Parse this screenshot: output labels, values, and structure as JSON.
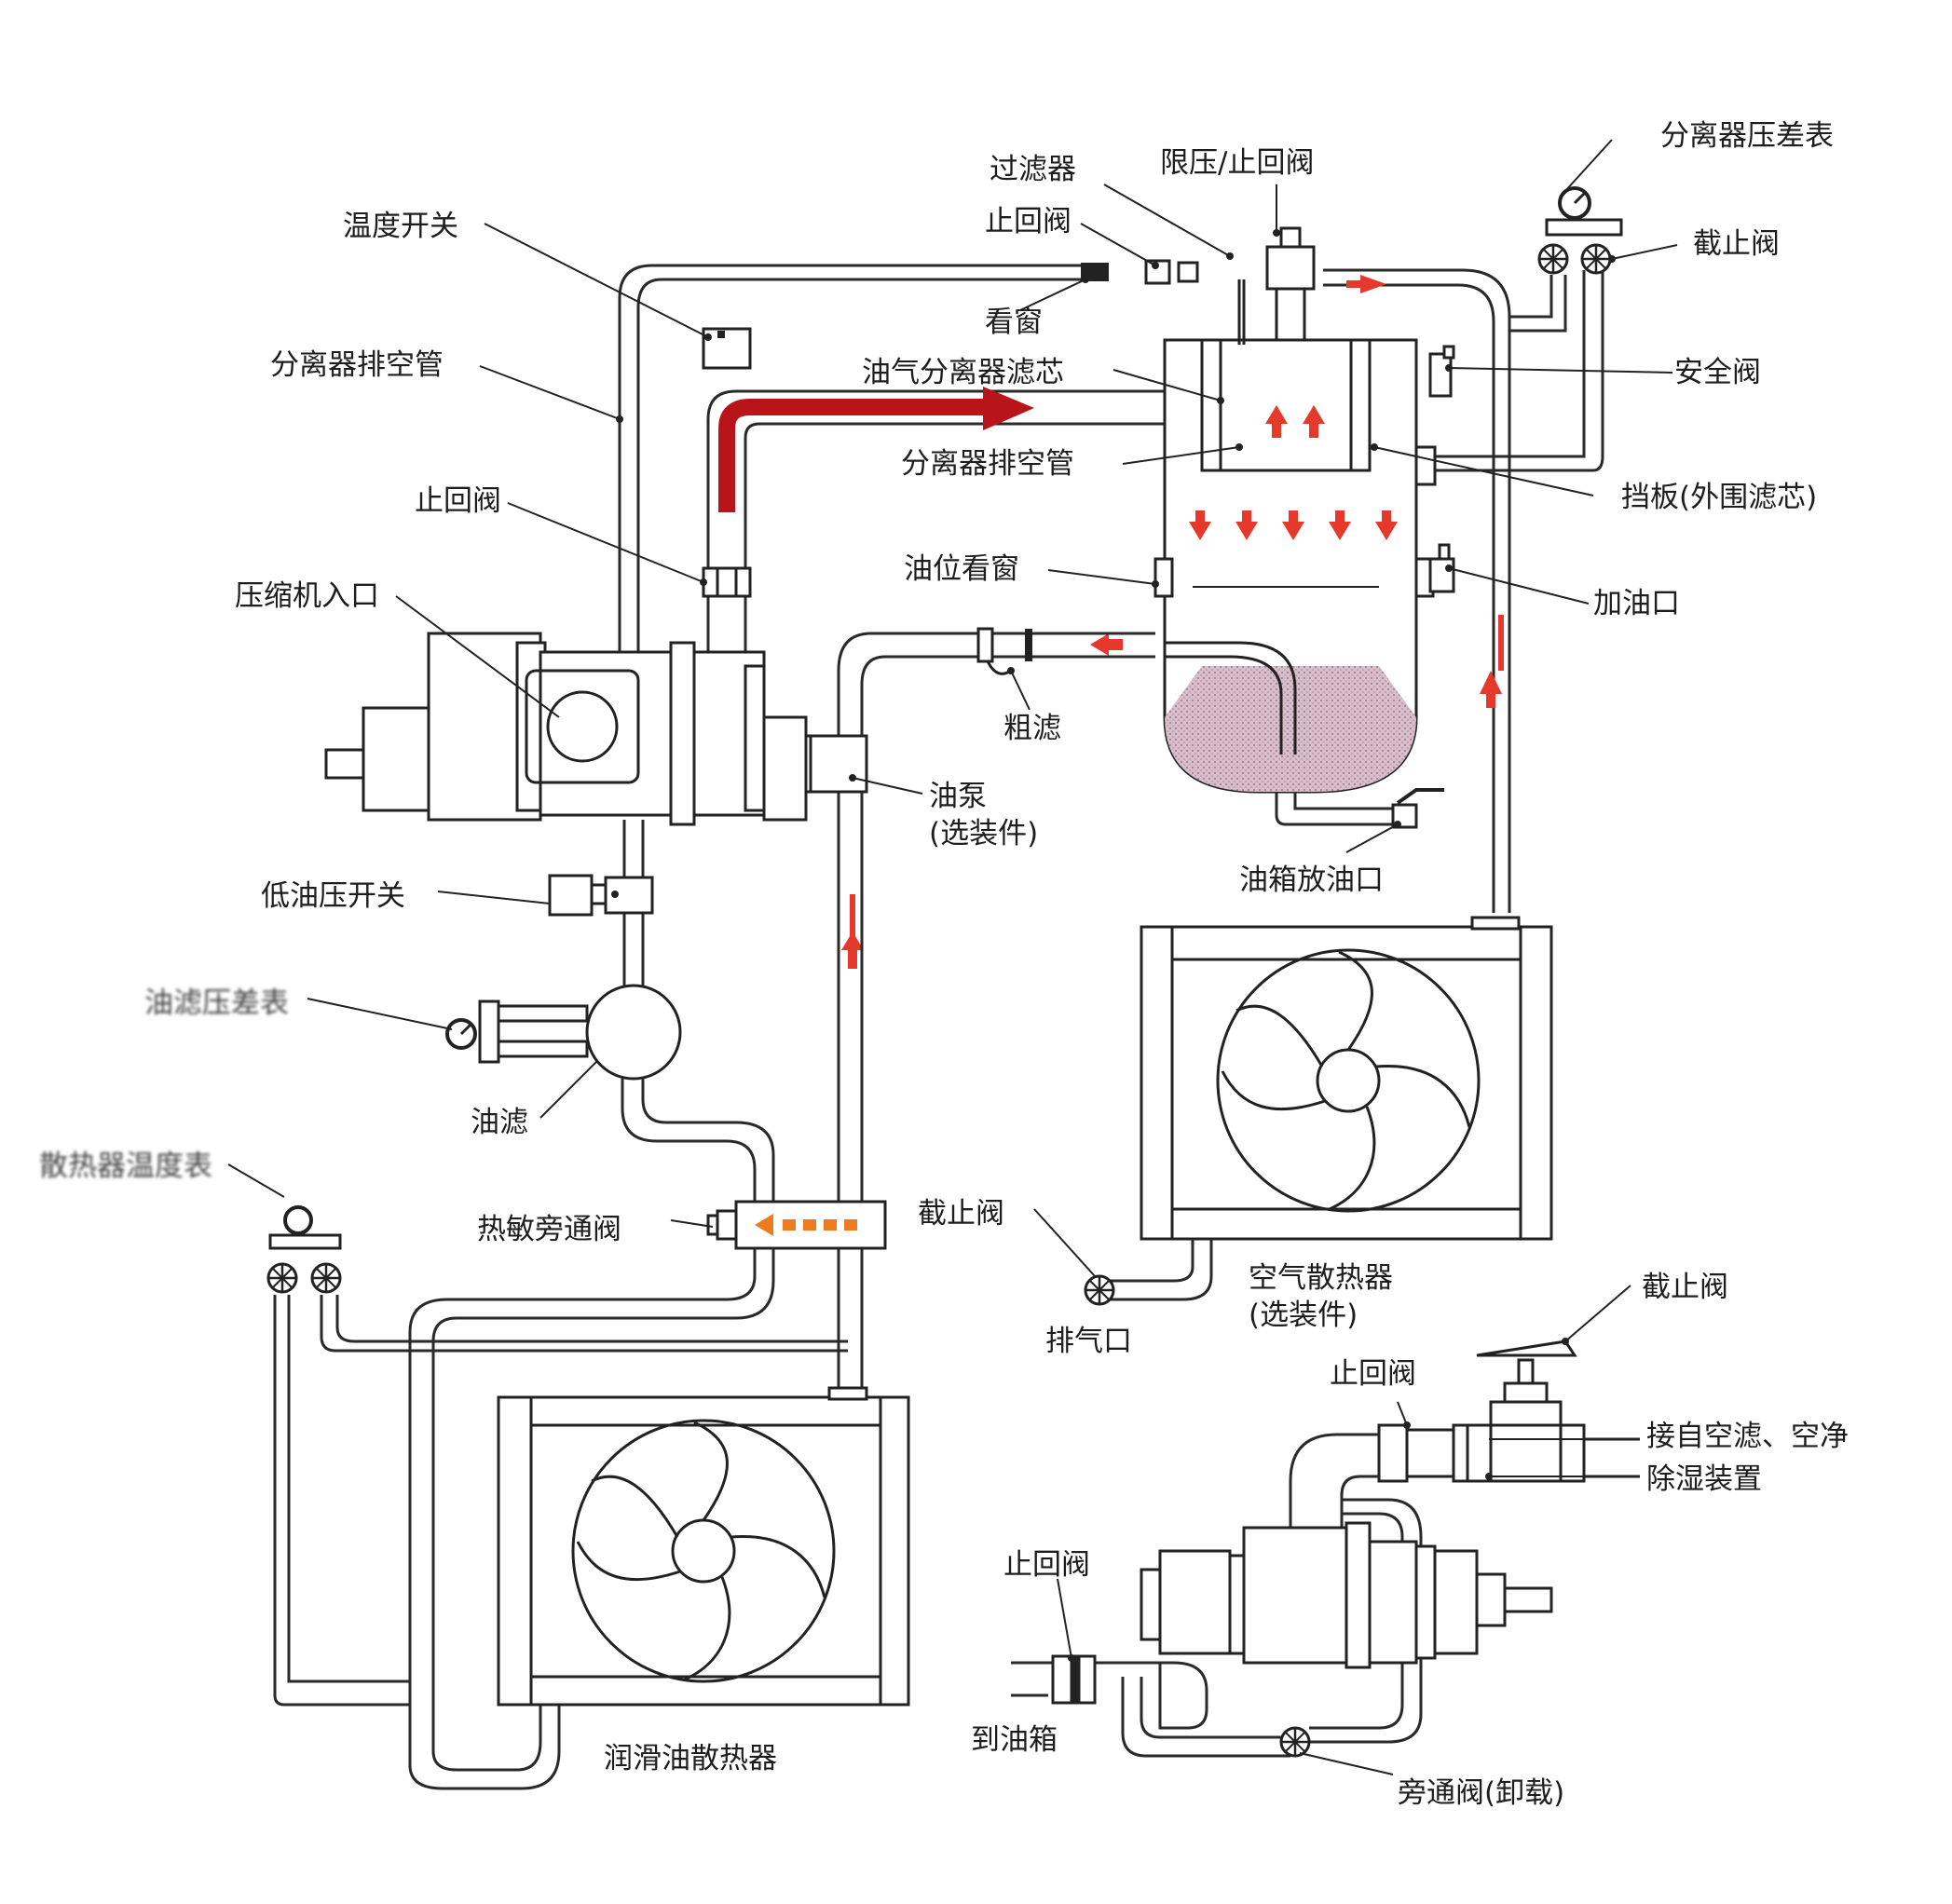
{
  "colors": {
    "flow_arrow": "#e53a2b",
    "main_arrow": "#b8141a",
    "line": "#2a2a2a",
    "oil_fill": "#c9a6b6"
  },
  "labels": {
    "filter": "过滤器",
    "pressure_limit_check_valve": "限压/止回阀",
    "separator_diff_gauge": "分离器压差表",
    "check_valve_top": "止回阀",
    "temp_switch": "温度开关",
    "stop_valve_top": "截止阀",
    "sight_glass": "看窗",
    "separator_vent_left": "分离器排空管",
    "separator_filter_core": "油气分离器滤芯",
    "safety_valve": "安全阀",
    "separator_vent_mid": "分离器排空管",
    "check_valve_left": "止回阀",
    "baffle": "挡板(外围滤芯)",
    "oil_level_sight": "油位看窗",
    "compressor_inlet": "压缩机入口",
    "oil_fill_port": "加油口",
    "coarse_filter": "粗滤",
    "oil_pump": "油泵",
    "optional_1": "(选装件)",
    "tank_drain": "油箱放油口",
    "low_oil_pressure_switch": "低油压开关",
    "oil_filter_diff_gauge": "油滤压差表",
    "oil_filter": "油滤",
    "radiator_temp_gauge": "散热器温度表",
    "stop_valve_mid": "截止阀",
    "thermal_bypass_valve": "热敏旁通阀",
    "air_cooler": "空气散热器",
    "optional_2": "(选装件)",
    "exhaust_port": "排气口",
    "stop_valve_bottom": "截止阀",
    "check_valve_bottom": "止回阀",
    "from_air_filter": "接自空滤、空净",
    "dehumidifier": "除湿装置",
    "check_valve_bottom_left": "止回阀",
    "to_tank": "到油箱",
    "lube_oil_cooler": "润滑油散热器",
    "bypass_valve_unload": "旁通阀(卸载)"
  }
}
